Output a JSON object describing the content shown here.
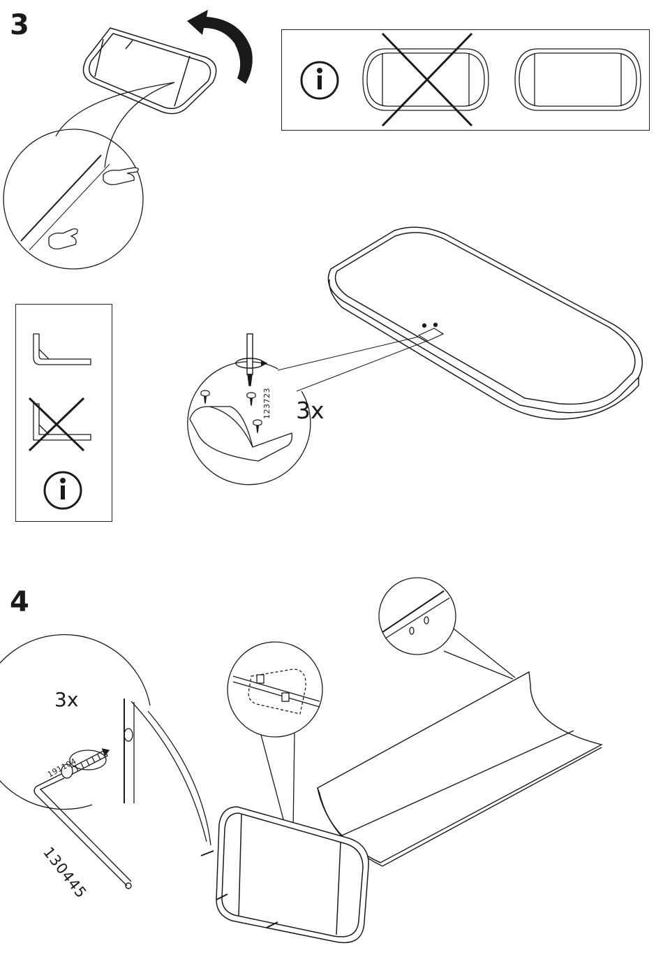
{
  "steps": {
    "step3": {
      "number": "3",
      "quantity": "3x",
      "screw_part": "123723"
    },
    "step4": {
      "number": "4",
      "quantity": "3x",
      "bolt_part": "191104",
      "key_part": "130445"
    }
  },
  "icons": {
    "info": "info-icon",
    "wrong": "cross-icon",
    "rotate": "rotate-arrow-icon"
  },
  "colors": {
    "ink": "#1a1a1a",
    "background": "#ffffff",
    "shade": "#e6e6e6"
  }
}
